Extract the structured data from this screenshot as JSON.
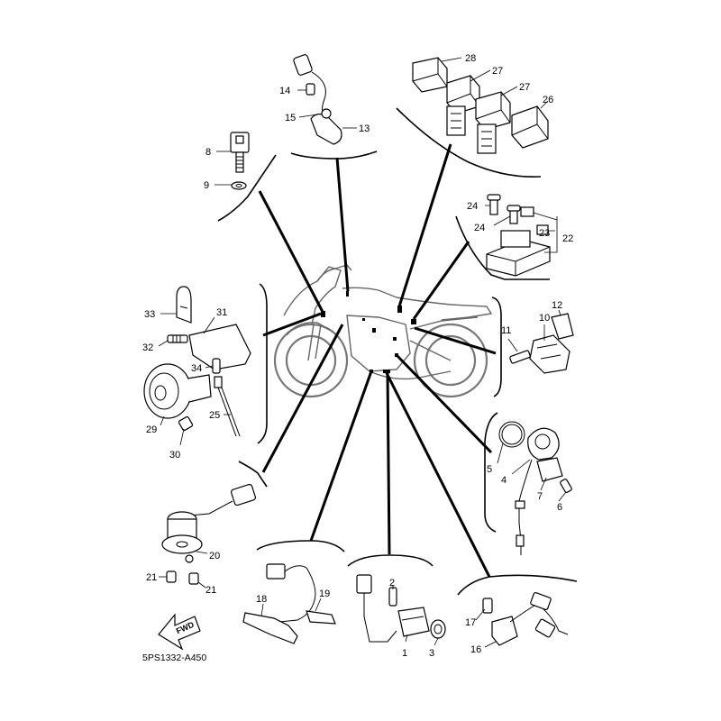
{
  "drawing_code": "5PS1332-A450",
  "fwd_label": "FWD",
  "callouts": [
    {
      "id": "c1",
      "label": "1"
    },
    {
      "id": "c2",
      "label": "2"
    },
    {
      "id": "c3",
      "label": "3"
    },
    {
      "id": "c4",
      "label": "4"
    },
    {
      "id": "c5",
      "label": "5"
    },
    {
      "id": "c6",
      "label": "6"
    },
    {
      "id": "c7",
      "label": "7"
    },
    {
      "id": "c8",
      "label": "8"
    },
    {
      "id": "c9",
      "label": "9"
    },
    {
      "id": "c10",
      "label": "10"
    },
    {
      "id": "c11",
      "label": "11"
    },
    {
      "id": "c12",
      "label": "12"
    },
    {
      "id": "c13",
      "label": "13"
    },
    {
      "id": "c14",
      "label": "14"
    },
    {
      "id": "c15",
      "label": "15"
    },
    {
      "id": "c16",
      "label": "16"
    },
    {
      "id": "c17",
      "label": "17"
    },
    {
      "id": "c18",
      "label": "18"
    },
    {
      "id": "c19",
      "label": "19"
    },
    {
      "id": "c20",
      "label": "20"
    },
    {
      "id": "c21a",
      "label": "21"
    },
    {
      "id": "c21b",
      "label": "21"
    },
    {
      "id": "c22",
      "label": "22"
    },
    {
      "id": "c23",
      "label": "23"
    },
    {
      "id": "c24a",
      "label": "24"
    },
    {
      "id": "c24b",
      "label": "24"
    },
    {
      "id": "c25",
      "label": "25"
    },
    {
      "id": "c26",
      "label": "26"
    },
    {
      "id": "c27a",
      "label": "27"
    },
    {
      "id": "c27b",
      "label": "27"
    },
    {
      "id": "c28",
      "label": "28"
    },
    {
      "id": "c29",
      "label": "29"
    },
    {
      "id": "c30",
      "label": "30"
    },
    {
      "id": "c31",
      "label": "31"
    },
    {
      "id": "c32",
      "label": "32"
    },
    {
      "id": "c33",
      "label": "33"
    },
    {
      "id": "c34",
      "label": "34"
    }
  ]
}
